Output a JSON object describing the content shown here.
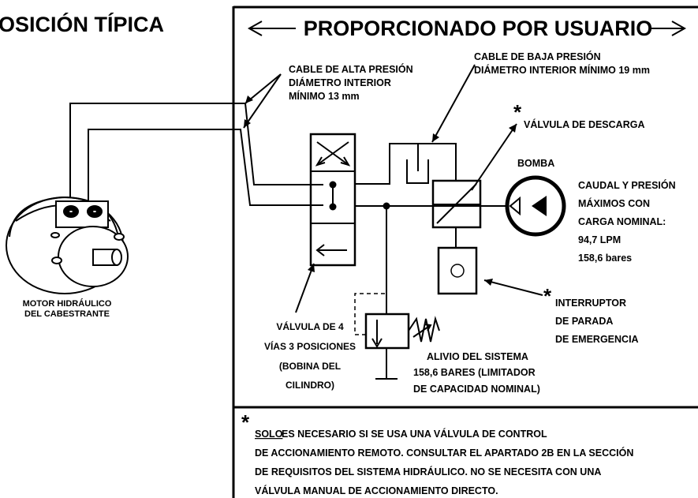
{
  "title": "OSICIÓN TÍPICA",
  "header": {
    "label": "PROPORCIONADO POR USUARIO"
  },
  "labels": {
    "high_pressure": [
      "CABLE DE ALTA PRESIÓN",
      "DIÁMETRO INTERIOR",
      "MÍNIMO 13 mm"
    ],
    "low_pressure": [
      "CABLE DE BAJA PRESIÓN",
      "DIÁMETRO INTERIOR MÍNIMO 19 mm"
    ],
    "relief_valve_asterisk": "*",
    "relief_valve": "VÁLVULA DE DESCARGA",
    "pump": "BOMBA",
    "pump_specs": [
      "CAUDAL Y PRESIÓN",
      "MÁXIMOS CON",
      "CARGA NOMINAL:",
      "94,7 LPM",
      "158,6 bares"
    ],
    "motor": [
      "MOTOR HIDRÁULICO",
      "DEL CABESTRANTE"
    ],
    "valve_4way": [
      "VÁLVULA DE 4",
      "VÍAS 3 POSICIONES",
      "(BOBINA DEL",
      "CILINDRO)"
    ],
    "estop_asterisk": "*",
    "estop": [
      "INTERRUPTOR",
      "DE PARADA",
      "DE EMERGENCIA"
    ],
    "system_relief": [
      "ALIVIO DEL SISTEMA",
      "158,6 BARES (LIMITADOR",
      "DE CAPACIDAD NOMINAL)"
    ]
  },
  "footnote": {
    "asterisk": "*",
    "underlined": "SOLO",
    "line1_rest": " ES NECESARIO SI SE USA UNA VÁLVULA DE CONTROL",
    "line2": "DE ACCIONAMIENTO REMOTO. CONSULTAR EL APARTADO 2B EN LA SECCIÓN",
    "line3": "DE REQUISITOS DEL SISTEMA HIDRÁULICO. NO SE NECESITA CON UNA",
    "line4": "VÁLVULA MANUAL DE ACCIONAMIENTO DIRECTO."
  }
}
